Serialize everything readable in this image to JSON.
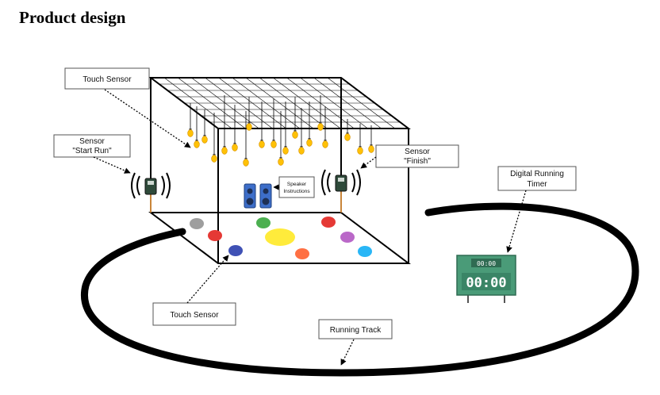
{
  "title": "Product design",
  "labels": {
    "touch_sensor_top": "Touch Sensor",
    "sensor_start_line1": "Sensor",
    "sensor_start_line2": "\"Start Run\"",
    "sensor_finish_line1": "Sensor",
    "sensor_finish_line2": "\"Finish\"",
    "speaker_line1": "Speaker",
    "speaker_line2": "Instructions",
    "timer_line1": "Digital Running",
    "timer_line2": "Timer",
    "touch_sensor_bottom": "Touch Sensor",
    "running_track": "Running Track"
  },
  "timer": {
    "small_display": "00:00",
    "big_display": "00:00"
  },
  "floor_pad_colors": [
    "#9e9e9e",
    "#e53935",
    "#4caf50",
    "#ffeb3b",
    "#3f51b5",
    "#ff7043",
    "#e53935",
    "#ba68c8",
    "#29b6f6"
  ],
  "colors": {
    "bulb": "#ffc107",
    "speaker": "#3d6ec9",
    "sensor": "#2e4a3a",
    "timer": "#4a9b78",
    "outline": "#000000"
  }
}
